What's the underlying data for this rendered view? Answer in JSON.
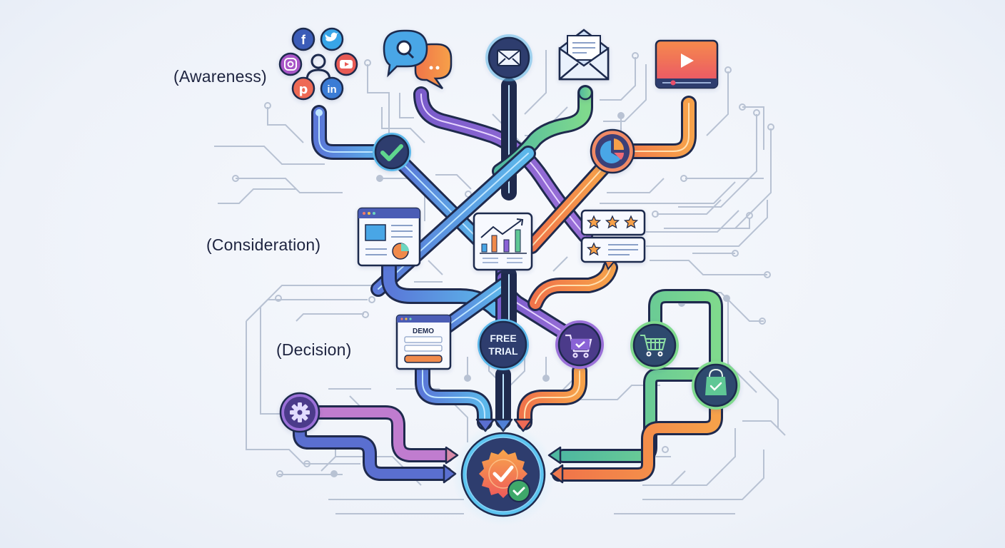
{
  "diagram": {
    "type": "marketing-funnel-flow",
    "stages": [
      {
        "id": "awareness",
        "label": "(Awareness)"
      },
      {
        "id": "consideration",
        "label": "(Consideration)"
      },
      {
        "id": "decision",
        "label": "(Decision)"
      }
    ],
    "awareness_nodes": [
      {
        "name": "social-media-cluster",
        "icons": [
          "facebook",
          "twitter",
          "instagram",
          "youtube",
          "pinterest",
          "linkedin",
          "user"
        ]
      },
      {
        "name": "search-chat-bubbles",
        "icons": [
          "search",
          "chat"
        ]
      },
      {
        "name": "email-circle",
        "icons": [
          "envelope"
        ]
      },
      {
        "name": "newsletter-envelope",
        "icons": [
          "open-envelope"
        ]
      },
      {
        "name": "video-player",
        "icons": [
          "play"
        ]
      }
    ],
    "junction_nodes": [
      {
        "name": "checkmark-node",
        "icon": "check"
      },
      {
        "name": "pie-chart-node",
        "icon": "pie-chart"
      }
    ],
    "consideration_nodes": [
      {
        "name": "webpage-content",
        "icon": "browser-window"
      },
      {
        "name": "analytics-chart",
        "icon": "bar-chart-trend"
      },
      {
        "name": "reviews-rating",
        "icon": "stars"
      }
    ],
    "decision_nodes": [
      {
        "name": "demo-form",
        "title": "DEMO"
      },
      {
        "name": "free-trial",
        "line1": "FREE",
        "line2": "TRIAL"
      },
      {
        "name": "cart-check",
        "icon": "cart-check"
      },
      {
        "name": "shopping-cart",
        "icon": "cart"
      },
      {
        "name": "shopping-bag",
        "icon": "bag-check"
      },
      {
        "name": "settings-gear",
        "icon": "gear"
      }
    ],
    "goal_node": {
      "name": "conversion-badge",
      "icon": "badge-check"
    },
    "colors": {
      "navy": "#2b3a67",
      "blue": "#4f7fd6",
      "sky": "#5cb8ea",
      "purple": "#7b5cc9",
      "orange": "#f08a4b",
      "green": "#5ec795",
      "outline": "#1f2a4d",
      "trace": "#b8c2d3",
      "background": "#f2f5fb"
    }
  }
}
